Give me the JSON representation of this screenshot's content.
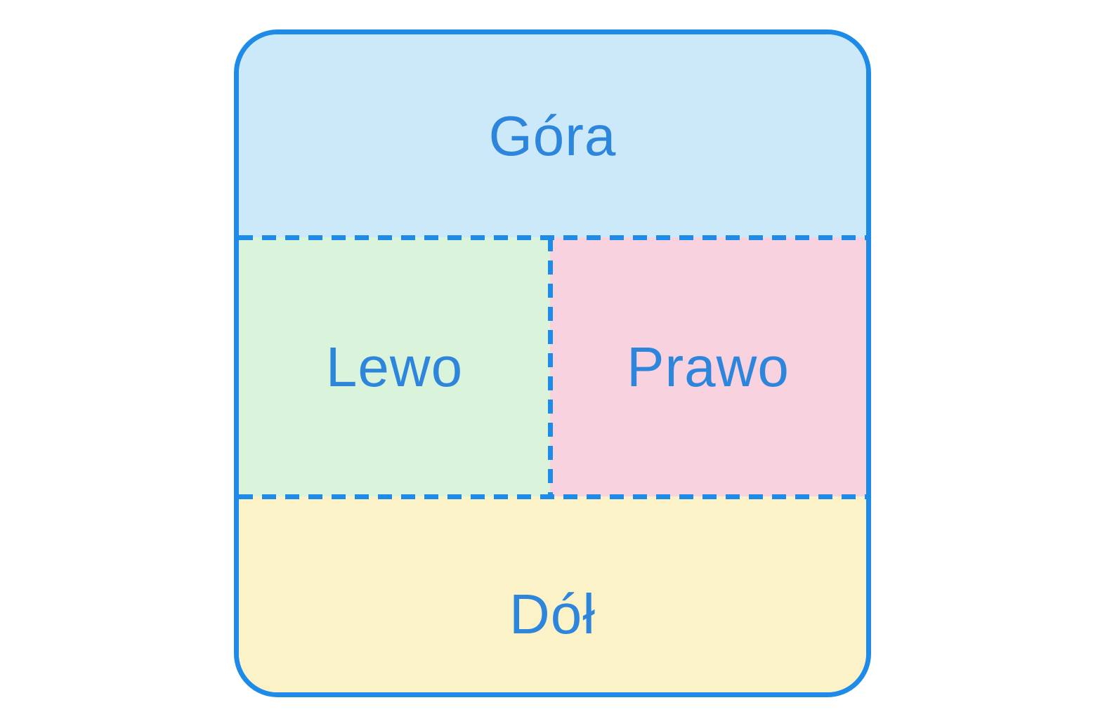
{
  "diagram": {
    "title": "layout-direction-diagram",
    "regions": {
      "top": {
        "label": "Góra",
        "bg": "#cce9fa"
      },
      "left": {
        "label": "Lewo",
        "bg": "#d9f4da"
      },
      "right": {
        "label": "Prawo",
        "bg": "#f9d2e0"
      },
      "bottom": {
        "label": "Dół",
        "bg": "#fbf2c8"
      }
    },
    "colors": {
      "border": "#1e8be8",
      "text": "#2e86dc",
      "page_background": "#ffffff"
    }
  }
}
